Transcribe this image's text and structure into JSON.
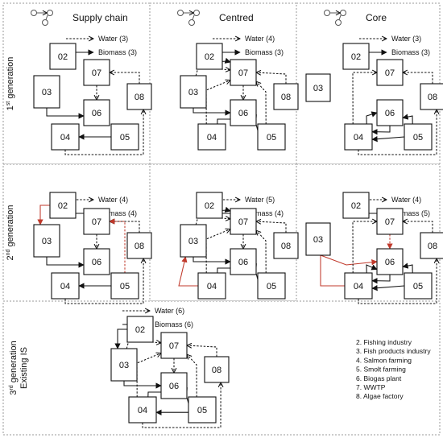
{
  "columns": [
    {
      "id": "supply",
      "title": "Supply chain",
      "icon": "network-chain-icon"
    },
    {
      "id": "centred",
      "title": "Centred",
      "icon": "network-centred-icon"
    },
    {
      "id": "core",
      "title": "Core",
      "icon": "network-core-icon"
    }
  ],
  "rows": [
    {
      "id": "gen1",
      "label": "generation",
      "ordinal": "1",
      "suffix": "st"
    },
    {
      "id": "gen2",
      "label": "generation",
      "ordinal": "2",
      "suffix": "nd"
    },
    {
      "id": "gen3",
      "label": "generation",
      "ordinal": "3",
      "suffix": "rd",
      "sublabel": "Existing IS"
    }
  ],
  "legend_labels": {
    "water": "Water",
    "biomass": "Biomass"
  },
  "panels": [
    {
      "id": "g1-supply",
      "row": 0,
      "col": 0,
      "water": "Water (3)",
      "biomass": "Biomass (3)",
      "nodes": [
        "02",
        "03",
        "04",
        "05",
        "06",
        "07",
        "08"
      ]
    },
    {
      "id": "g1-centred",
      "row": 0,
      "col": 1,
      "water": "Water (4)",
      "biomass": "Biomass (3)",
      "nodes": [
        "02",
        "03",
        "04",
        "05",
        "06",
        "07",
        "08"
      ]
    },
    {
      "id": "g1-core",
      "row": 0,
      "col": 2,
      "water": "Water (3)",
      "biomass": "Biomass (3)",
      "nodes": [
        "02",
        "03",
        "04",
        "05",
        "06",
        "07",
        "08"
      ]
    },
    {
      "id": "g2-supply",
      "row": 1,
      "col": 0,
      "water": "Water (4)",
      "biomass": "Biomass (4)",
      "nodes": [
        "02",
        "03",
        "04",
        "05",
        "06",
        "07",
        "08"
      ]
    },
    {
      "id": "g2-centred",
      "row": 1,
      "col": 1,
      "water": "Water (5)",
      "biomass": "Biomass (4)",
      "nodes": [
        "02",
        "03",
        "04",
        "05",
        "06",
        "07",
        "08"
      ]
    },
    {
      "id": "g2-core",
      "row": 1,
      "col": 2,
      "water": "Water (4)",
      "biomass": "Biomass (5)",
      "nodes": [
        "02",
        "03",
        "04",
        "05",
        "06",
        "07",
        "08"
      ]
    },
    {
      "id": "g3-existing",
      "row": 2,
      "col": 0,
      "water": "Water (6)",
      "biomass": "Biomass (6)",
      "nodes": [
        "02",
        "03",
        "04",
        "05",
        "06",
        "07",
        "08"
      ]
    }
  ],
  "node_list": [
    "2. Fishing industry",
    "3. Fish products industry",
    "4. Salmon farming",
    "5. Smolt farming",
    "6. Biogas plant",
    "7. WWTP",
    "8. Algae factory"
  ],
  "colors": {
    "biomass": "#111111",
    "water": "#111111",
    "new_link": "#c0392b",
    "border": "#9a9a9a"
  }
}
